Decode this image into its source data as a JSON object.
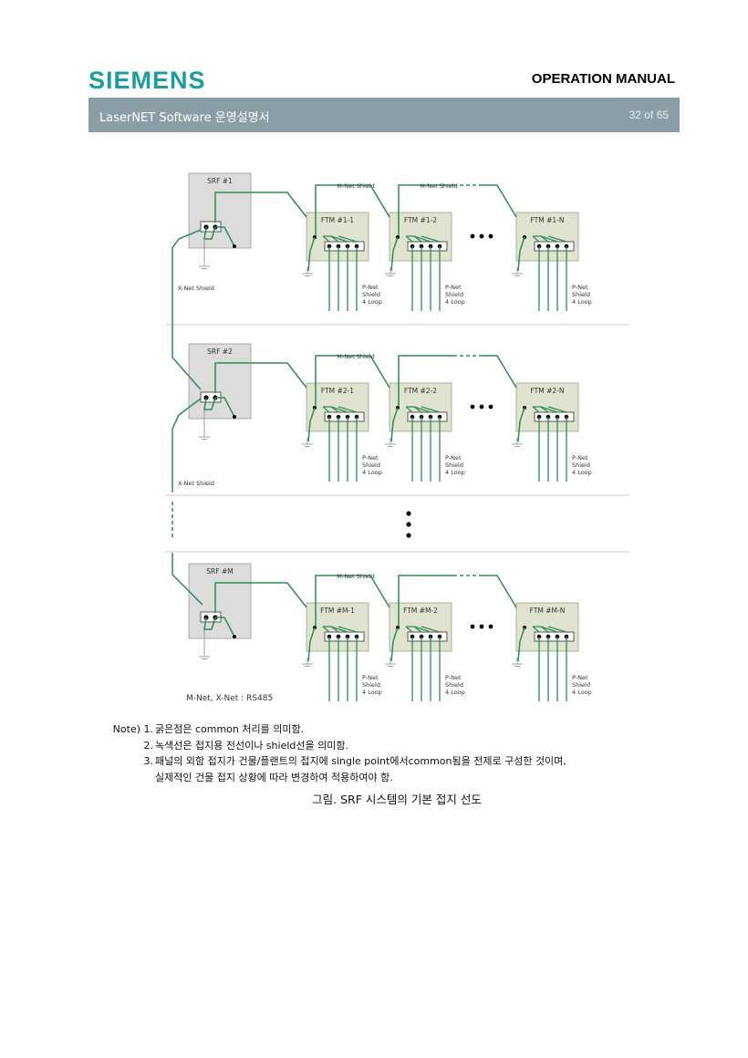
{
  "header": {
    "logo": "SIEMENS",
    "doc_type": "OPERATION MANUAL",
    "banner_title": "LaserNET Software 운영설명서",
    "page": "32 of 65"
  },
  "colors": {
    "brand": "#1d9d9b",
    "banner": "#8a9ea5",
    "box_srf": "#dcdcdc",
    "box_ftm": "#dfe3cf",
    "wire": "#2e8b57"
  },
  "diagram": {
    "mnet_shield": "M-Net Shield",
    "xnet_shield": "X-Net Shield",
    "pnet": [
      "P-Net",
      "Shield",
      "4 Loop"
    ],
    "footnote": "M-Net, X-Net : RS485",
    "groups": [
      {
        "srf": "SRF #1",
        "ftm": [
          "FTM #1-1",
          "FTM #1-2",
          "FTM #1-N"
        ]
      },
      {
        "srf": "SRF #2",
        "ftm": [
          "FTM #2-1",
          "FTM #2-2",
          "FTM #2-N"
        ]
      },
      {
        "srf": "SRF #M",
        "ftm": [
          "FTM #M-1",
          "FTM #M-2",
          "FTM #M-N"
        ]
      }
    ]
  },
  "notes": [
    {
      "label": "Note) 1.",
      "text": "굵은점은 common 처리를 의미함."
    },
    {
      "label": "2.",
      "text": "녹색선은 접지용 전선이나 shield선을 의미함."
    },
    {
      "label": "3.",
      "text": "패널의 외함 접지가 건물/플랜트의 접지에 single point에서common됨을 전제로 구성한 것이며,"
    },
    {
      "label": "",
      "text": "실제적인 건물 접지 상황에 따라 변경하여 적용하여야 함."
    }
  ],
  "caption": "그림. SRF 시스템의 기본 접지 선도"
}
